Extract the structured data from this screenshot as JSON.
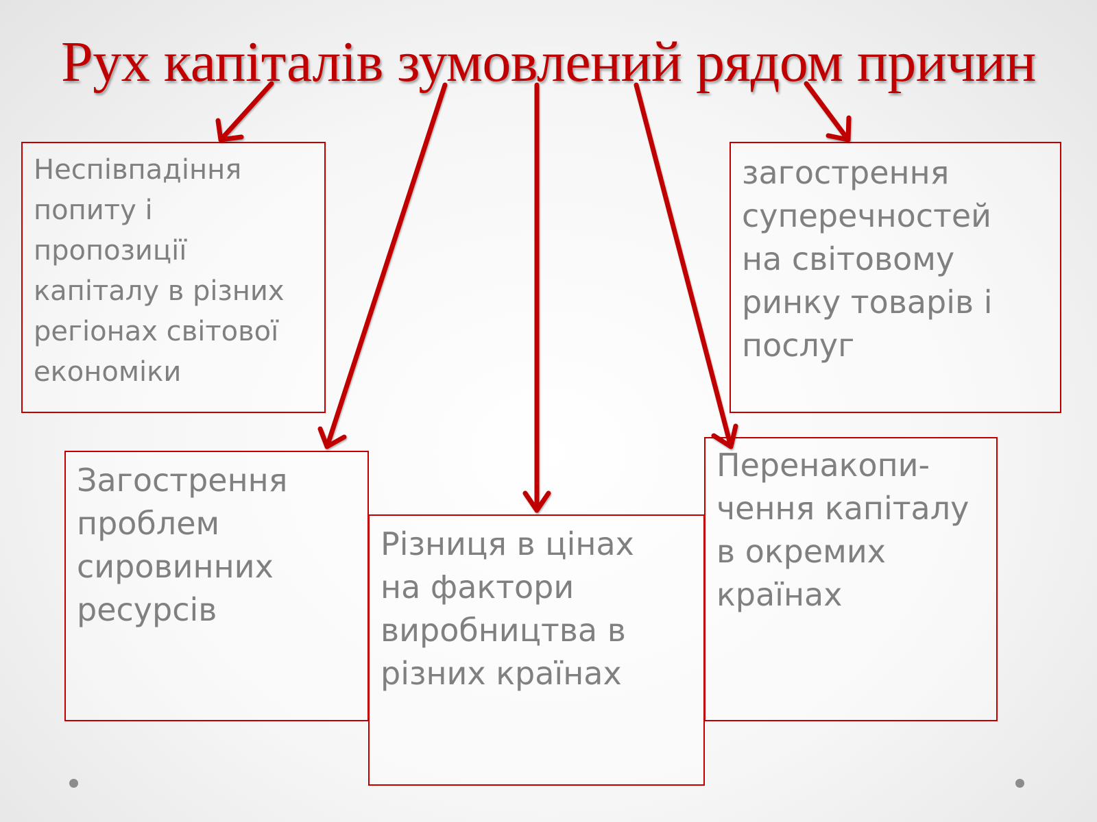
{
  "title": "Рух капіталів зумовлений рядом причин",
  "boxes": [
    {
      "text": "Неспівпадіння\nпопиту і\nпропозиції\nкапіталу в різних\nрегіонах світової\nекономіки"
    },
    {
      "text": "загострення\nсуперечностей\nна світовому\nринку товарів і\nпослуг"
    },
    {
      "text": "Загострення\nпроблем\nсировинних\nресурсів"
    },
    {
      "text": "Різниця в цінах\nна фактори\nвиробництва в\nрізних країнах"
    },
    {
      "text": "Перенакопи-\nчення капіталу\nв окремих\nкраїнах"
    }
  ],
  "colors": {
    "accent": "#c00000",
    "text": "#808080"
  }
}
